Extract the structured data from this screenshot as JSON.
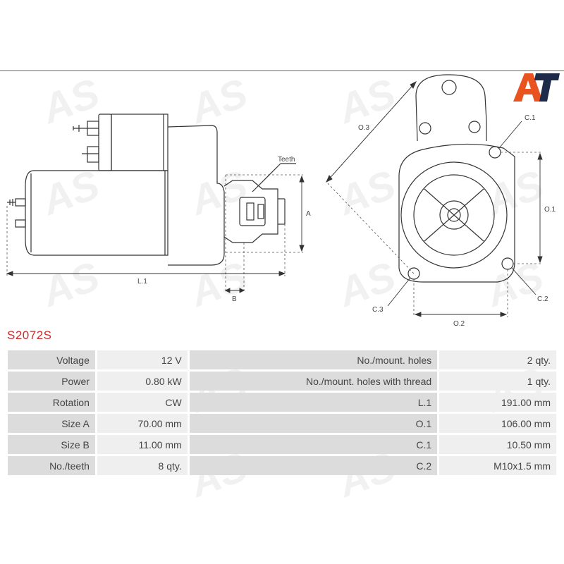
{
  "brand": {
    "logo_text": "AT",
    "watermark_text": "AS",
    "accent_color": "#e8531f",
    "logo_dark_color": "#1e2a4a"
  },
  "part_number": "S2072S",
  "drawing": {
    "labels": {
      "teeth": "Teeth",
      "a": "A",
      "b": "B",
      "l1": "L.1",
      "o1": "O.1",
      "o2": "O.2",
      "o3": "O.3",
      "c1": "C.1",
      "c2": "C.2",
      "c3": "C.3"
    }
  },
  "specs": [
    {
      "label": "Voltage",
      "value": "12 V",
      "label2": "No./mount. holes",
      "value2": "2 qty."
    },
    {
      "label": "Power",
      "value": "0.80 kW",
      "label2": "No./mount. holes with thread",
      "value2": "1 qty."
    },
    {
      "label": "Rotation",
      "value": "CW",
      "label2": "L.1",
      "value2": "191.00 mm"
    },
    {
      "label": "Size A",
      "value": "70.00 mm",
      "label2": "O.1",
      "value2": "106.00 mm"
    },
    {
      "label": "Size B",
      "value": "11.00 mm",
      "label2": "C.1",
      "value2": "10.50 mm"
    },
    {
      "label": "No./teeth",
      "value": "8 qty.",
      "label2": "C.2",
      "value2": "M10x1.5 mm"
    }
  ]
}
